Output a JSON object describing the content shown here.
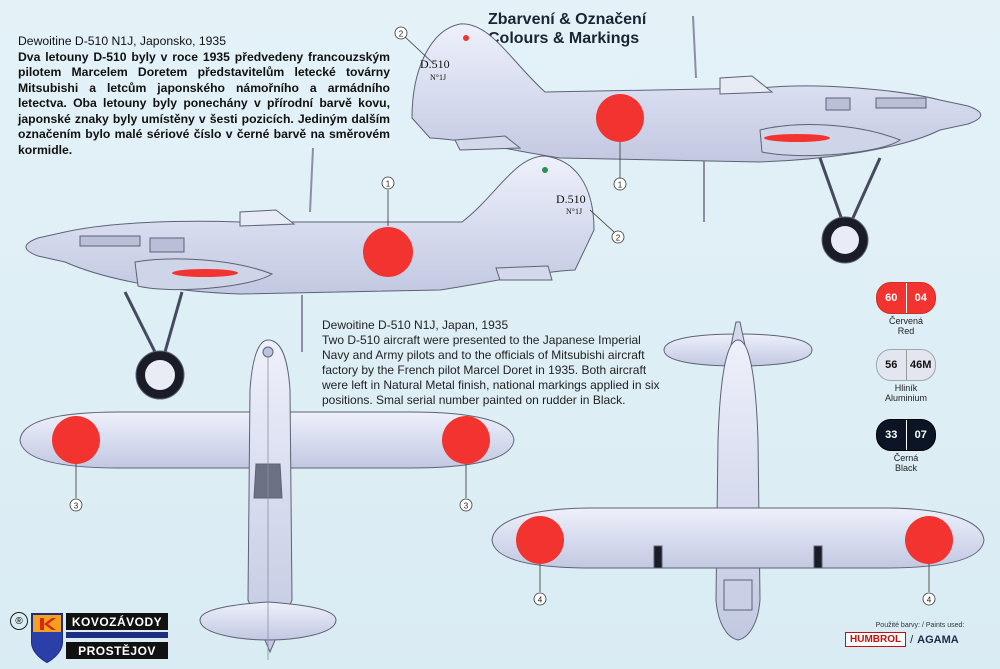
{
  "header": {
    "title_cz": "Zbarvení & Označení",
    "title_en": "Colours & Markings"
  },
  "czech_text": {
    "heading": "Dewoitine D-510 N1J, Japonsko, 1935",
    "body": "Dva letouny D-510 byly v roce 1935 předvedeny francouzským pilotem Marcelem Doretem představitelům letecké továrny Mitsubishi a letcům japonského námořního a armádního letectva. Oba letouny byly ponechány v přírodní barvě kovu, japonské znaky byly umístěny v šesti pozicích. Jediným dalším označením bylo malé sériové číslo v černé barvě na směrovém kormidle."
  },
  "english_text": {
    "heading": "Dewoitine D-510 N1J, Japan, 1935",
    "body": "Two D-510 aircraft were presented to the Japanese Imperial Navy and Army pilots and to the officials of Mitsubishi aircraft factory by the French pilot Marcel Doret in 1935. Both aircraft were left in Natural Metal finish, national markings applied in six positions. Smal serial number painted on rudder in Black."
  },
  "rudder_marking": {
    "serial": "D.510",
    "sub": "N°1J"
  },
  "callouts": [
    "1",
    "2",
    "3",
    "4"
  ],
  "swatches": [
    {
      "a": "60",
      "b": "04",
      "name_cz": "Červená",
      "name_en": "Red",
      "color": "#f2332f"
    },
    {
      "a": "56",
      "b": "46M",
      "name_cz": "Hliník",
      "name_en": "Aluminium",
      "color": "#e3e6ee"
    },
    {
      "a": "33",
      "b": "07",
      "name_cz": "Černá",
      "name_en": "Black",
      "color": "#0c1526"
    }
  ],
  "logo": {
    "registered": "®",
    "line1": "KOVOZÁVODY",
    "line2": "PROSTĚJOV"
  },
  "paints": {
    "caption": "Použité barvy: / Paints used:",
    "brand1": "HUMBROL",
    "separator": "/",
    "brand2": "AGAMA"
  },
  "colors": {
    "metal": "#dde2f0",
    "hinomaru": "#f2332f",
    "outline": "#5d6275"
  }
}
